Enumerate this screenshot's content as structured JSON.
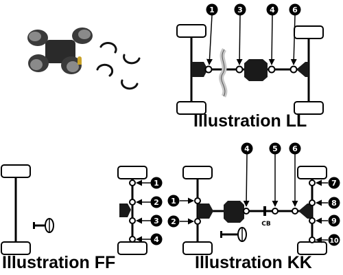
{
  "illustrations": {
    "ll": {
      "caption": "Illustration LL",
      "callouts": [
        "1",
        "3",
        "4",
        "6"
      ]
    },
    "ff": {
      "caption": "Illustration FF",
      "callouts": [
        "1",
        "2",
        "3",
        "4"
      ]
    },
    "kk": {
      "caption": "Illustration KK",
      "callouts_top": [
        "4",
        "5",
        "6"
      ],
      "callouts_left": [
        "1",
        "2"
      ],
      "callouts_right": [
        "7",
        "8",
        "9",
        "10"
      ],
      "center_bearing_label": "CB"
    }
  },
  "colors": {
    "line": "#000000",
    "tire_fill": "#ffffff",
    "component": "#1a1a1a",
    "spring": "#c8c8c8",
    "ujoint_body": "#2a2a2a",
    "ujoint_cap": "#7a7a7a",
    "brass": "#c9a227"
  },
  "icons": [
    "universal-joint-photo",
    "snap-ring-icon",
    "steering-wheel-icon"
  ]
}
